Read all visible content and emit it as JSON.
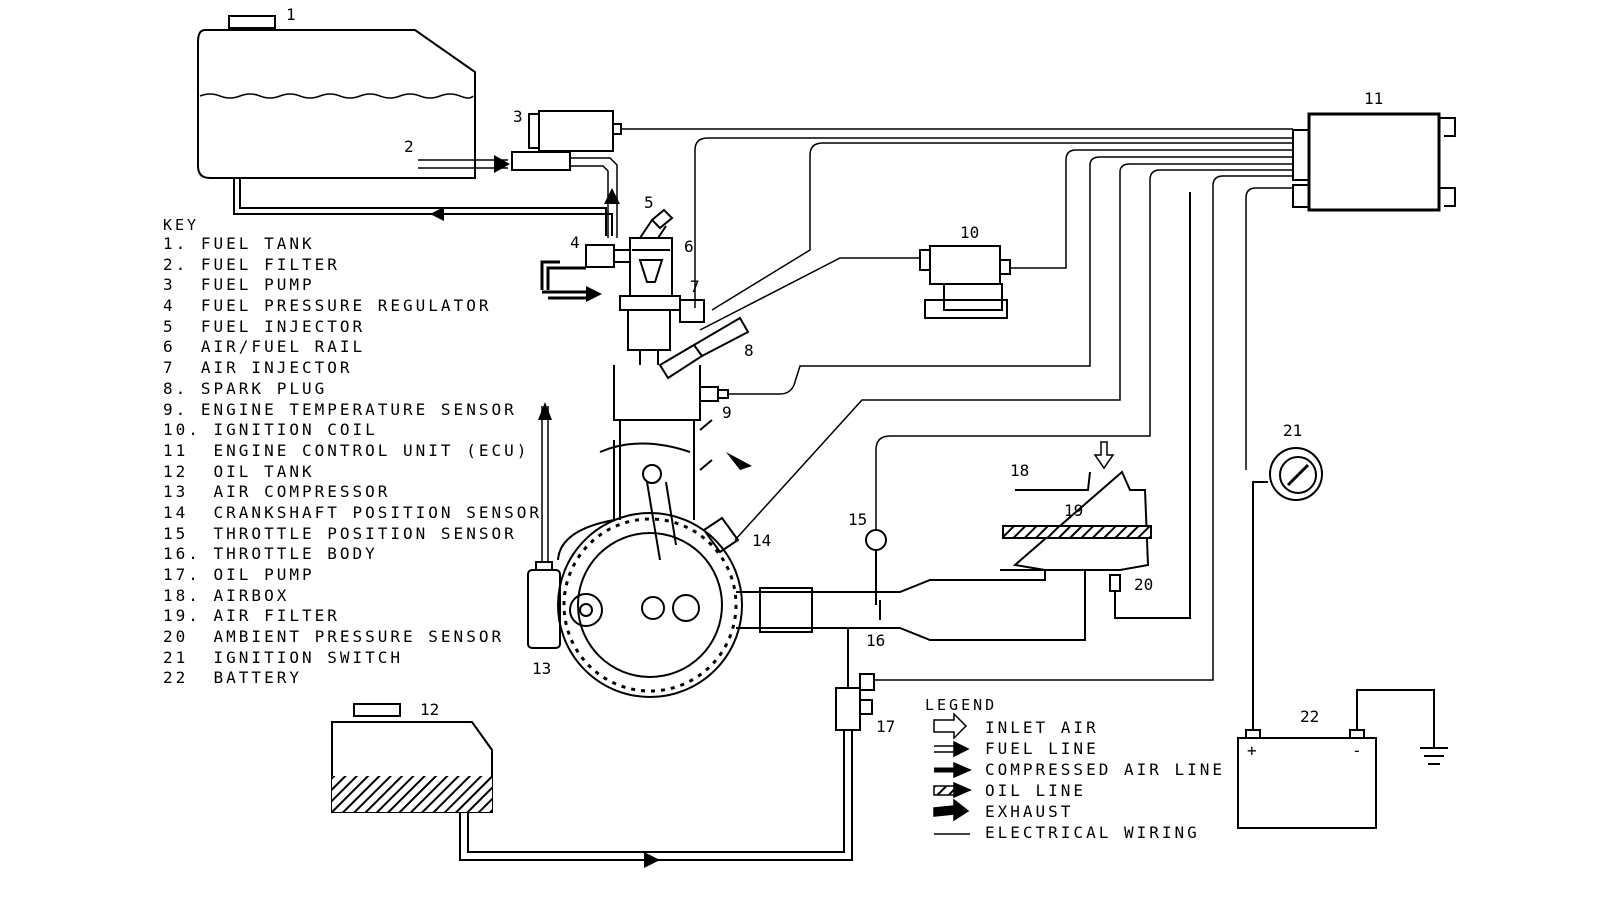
{
  "key": {
    "title": "KEY",
    "items": [
      "1. FUEL TANK",
      "2. FUEL FILTER",
      "3  FUEL PUMP",
      "4  FUEL PRESSURE REGULATOR",
      "5  FUEL INJECTOR",
      "6  AIR/FUEL RAIL",
      "7  AIR INJECTOR",
      "8. SPARK PLUG",
      "9. ENGINE TEMPERATURE SENSOR",
      "10. IGNITION COIL",
      "11  ENGINE CONTROL UNIT (ECU)",
      "12  OIL TANK",
      "13  AIR COMPRESSOR",
      "14  CRANKSHAFT POSITION SENSOR",
      "15  THROTTLE POSITION SENSOR",
      "16. THROTTLE BODY",
      "17. OIL PUMP",
      "18. AIRBOX",
      "19. AIR FILTER",
      "20  AMBIENT PRESSURE SENSOR",
      "21  IGNITION SWITCH",
      "22  BATTERY"
    ]
  },
  "legend": {
    "title": "LEGEND",
    "items": [
      {
        "icon": "inlet-air-arrow-icon",
        "label": "INLET AIR"
      },
      {
        "icon": "fuel-line-arrow-icon",
        "label": "FUEL LINE"
      },
      {
        "icon": "compressed-air-arrow-icon",
        "label": "COMPRESSED AIR LINE"
      },
      {
        "icon": "oil-line-arrow-icon",
        "label": "OIL LINE"
      },
      {
        "icon": "exhaust-arrow-icon",
        "label": "EXHAUST"
      },
      {
        "icon": "electrical-wiring-line-icon",
        "label": "ELECTRICAL WIRING"
      }
    ]
  },
  "callouts": {
    "n1": "1",
    "n2": "2",
    "n3": "3",
    "n4": "4",
    "n5": "5",
    "n6": "6",
    "n7": "7",
    "n8": "8",
    "n9": "9",
    "n10": "10",
    "n11": "11",
    "n12": "12",
    "n13": "13",
    "n14": "14",
    "n15": "15",
    "n16": "16",
    "n17": "17",
    "n18": "18",
    "n19": "19",
    "n20": "20",
    "n21": "21",
    "n22": "22"
  },
  "battery": {
    "plus": "+",
    "minus": "-"
  }
}
